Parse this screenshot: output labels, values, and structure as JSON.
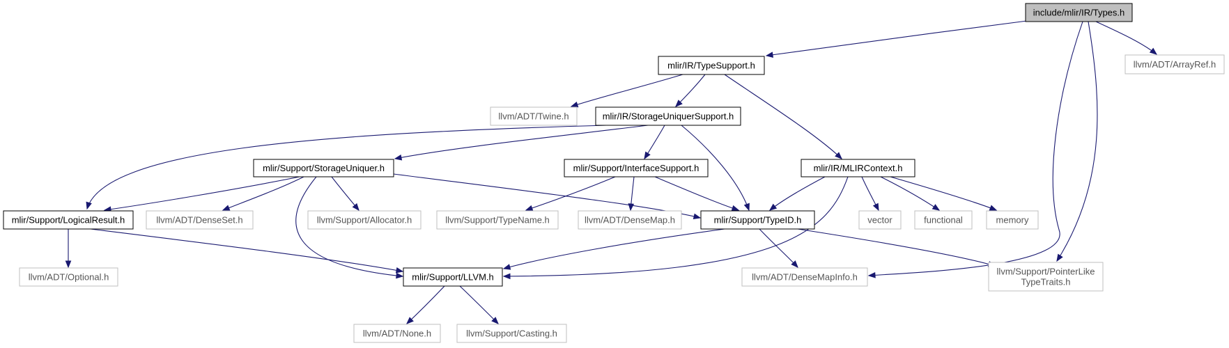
{
  "colors": {
    "edge": "#191970",
    "root_fill": "#bfbfbf",
    "root_stroke": "#000000",
    "local_stroke": "#000000",
    "external_stroke": "#bfbfbf",
    "external_text": "#555555"
  },
  "nodes": [
    {
      "id": "types",
      "lines": [
        "include/mlir/IR/Types.h"
      ],
      "kind": "root"
    },
    {
      "id": "typesupport",
      "lines": [
        "mlir/IR/TypeSupport.h"
      ],
      "kind": "local"
    },
    {
      "id": "arrayref",
      "lines": [
        "llvm/ADT/ArrayRef.h"
      ],
      "kind": "external"
    },
    {
      "id": "twine",
      "lines": [
        "llvm/ADT/Twine.h"
      ],
      "kind": "external"
    },
    {
      "id": "storageuniquersupport",
      "lines": [
        "mlir/IR/StorageUniquerSupport.h"
      ],
      "kind": "local"
    },
    {
      "id": "mlircontext",
      "lines": [
        "mlir/IR/MLIRContext.h"
      ],
      "kind": "local"
    },
    {
      "id": "storageuniquer",
      "lines": [
        "mlir/Support/StorageUniquer.h"
      ],
      "kind": "local"
    },
    {
      "id": "interfacesupport",
      "lines": [
        "mlir/Support/InterfaceSupport.h"
      ],
      "kind": "local"
    },
    {
      "id": "logicalresult",
      "lines": [
        "mlir/Support/LogicalResult.h"
      ],
      "kind": "local"
    },
    {
      "id": "denseset",
      "lines": [
        "llvm/ADT/DenseSet.h"
      ],
      "kind": "external"
    },
    {
      "id": "allocator",
      "lines": [
        "llvm/Support/Allocator.h"
      ],
      "kind": "external"
    },
    {
      "id": "typename",
      "lines": [
        "llvm/Support/TypeName.h"
      ],
      "kind": "external"
    },
    {
      "id": "densemap",
      "lines": [
        "llvm/ADT/DenseMap.h"
      ],
      "kind": "external"
    },
    {
      "id": "typeid",
      "lines": [
        "mlir/Support/TypeID.h"
      ],
      "kind": "local"
    },
    {
      "id": "vector",
      "lines": [
        "vector"
      ],
      "kind": "external"
    },
    {
      "id": "functional",
      "lines": [
        "functional"
      ],
      "kind": "external"
    },
    {
      "id": "memory",
      "lines": [
        "memory"
      ],
      "kind": "external"
    },
    {
      "id": "optional",
      "lines": [
        "llvm/ADT/Optional.h"
      ],
      "kind": "external"
    },
    {
      "id": "llvm",
      "lines": [
        "mlir/Support/LLVM.h"
      ],
      "kind": "local"
    },
    {
      "id": "densemapinfo",
      "lines": [
        "llvm/ADT/DenseMapInfo.h"
      ],
      "kind": "external"
    },
    {
      "id": "pointerlike",
      "lines": [
        "llvm/Support/PointerLike",
        "TypeTraits.h"
      ],
      "kind": "external"
    },
    {
      "id": "none",
      "lines": [
        "llvm/ADT/None.h"
      ],
      "kind": "external"
    },
    {
      "id": "casting",
      "lines": [
        "llvm/Support/Casting.h"
      ],
      "kind": "external"
    }
  ],
  "edges": [
    {
      "from": "types",
      "to": "typesupport"
    },
    {
      "from": "types",
      "to": "arrayref"
    },
    {
      "from": "types",
      "to": "densemapinfo"
    },
    {
      "from": "types",
      "to": "pointerlike"
    },
    {
      "from": "typesupport",
      "to": "twine"
    },
    {
      "from": "typesupport",
      "to": "storageuniquersupport"
    },
    {
      "from": "typesupport",
      "to": "mlircontext"
    },
    {
      "from": "storageuniquersupport",
      "to": "storageuniquer"
    },
    {
      "from": "storageuniquersupport",
      "to": "logicalresult"
    },
    {
      "from": "storageuniquersupport",
      "to": "interfacesupport"
    },
    {
      "from": "storageuniquersupport",
      "to": "typeid"
    },
    {
      "from": "storageuniquer",
      "to": "logicalresult"
    },
    {
      "from": "storageuniquer",
      "to": "denseset"
    },
    {
      "from": "storageuniquer",
      "to": "allocator"
    },
    {
      "from": "storageuniquer",
      "to": "llvm"
    },
    {
      "from": "storageuniquer",
      "to": "typeid"
    },
    {
      "from": "interfacesupport",
      "to": "typename"
    },
    {
      "from": "interfacesupport",
      "to": "densemap"
    },
    {
      "from": "interfacesupport",
      "to": "typeid"
    },
    {
      "from": "mlircontext",
      "to": "typeid"
    },
    {
      "from": "mlircontext",
      "to": "llvm"
    },
    {
      "from": "mlircontext",
      "to": "vector"
    },
    {
      "from": "mlircontext",
      "to": "functional"
    },
    {
      "from": "mlircontext",
      "to": "memory"
    },
    {
      "from": "logicalresult",
      "to": "optional"
    },
    {
      "from": "logicalresult",
      "to": "llvm"
    },
    {
      "from": "typeid",
      "to": "llvm"
    },
    {
      "from": "typeid",
      "to": "densemapinfo"
    },
    {
      "from": "typeid",
      "to": "pointerlike"
    },
    {
      "from": "llvm",
      "to": "none"
    },
    {
      "from": "llvm",
      "to": "casting"
    }
  ]
}
